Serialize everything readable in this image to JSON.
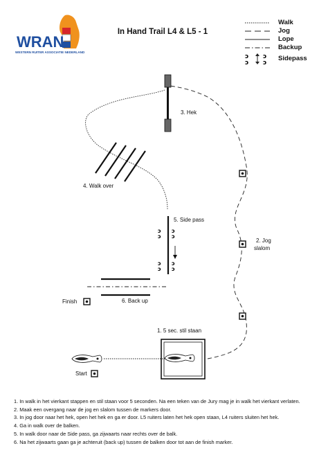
{
  "logo": {
    "text": "WRAN",
    "subtitle": "WESTERN RUITER ASSOCIATIE NEDERLAND"
  },
  "title": "In Hand Trail L4 & L5 - 1",
  "legend": [
    {
      "label": "Walk",
      "style": "dotted"
    },
    {
      "label": "Jog",
      "style": "dashed-long"
    },
    {
      "label": "Lope",
      "style": "solid"
    },
    {
      "label": "Backup",
      "style": "dash-dot"
    },
    {
      "label": "Sidepass",
      "style": "sidepass-icon"
    }
  ],
  "labels": {
    "gate": "3. Hek",
    "walkover": "4. Walk over",
    "sidepass": "5. Side pass",
    "jog": "2. Jog",
    "slalom": "slalom",
    "finish": "Finish",
    "backup": "6. Back up",
    "stand": "1.   5 sec. stil staan",
    "start": "Start"
  },
  "notes": [
    "1. In walk in het vierkant stappen en stil staan voor 5 seconden. Na een teken van de Jury mag je in walk het vierkant verlaten.",
    "2. Maak een overgang naar de jog en slalom tussen de markers door.",
    "3. In jog door naar het hek, open het hek en ga er door. L5 ruiters laten het hek open staan, L4 ruiters sluiten het hek.",
    "4. Ga in walk over de balken.",
    "5. In walk door naar de Side pass, ga zijwaarts naar rechts over de balk.",
    "6. Na het zijwaarts gaan ga je achteruit (back up) tussen de balken door tot aan de finish marker."
  ],
  "colors": {
    "brand_blue": "#1f4fa0",
    "brand_red": "#d6262b",
    "brand_orange": "#f0921e"
  }
}
